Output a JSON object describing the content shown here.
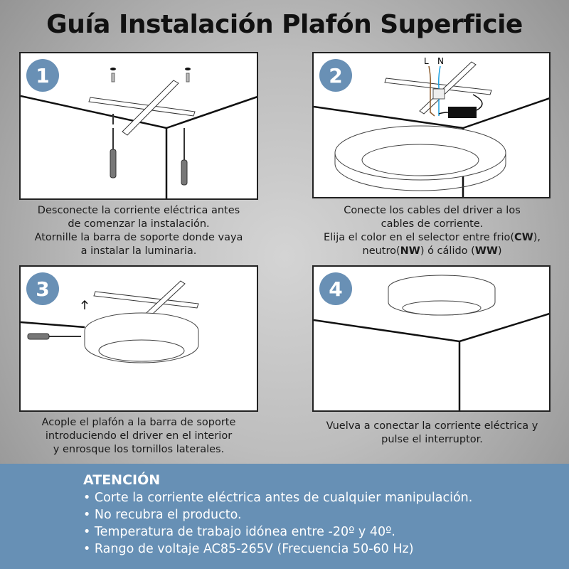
{
  "title": "Guía Instalación Plafón Superficie",
  "steps": [
    {
      "number": "1",
      "lines": [
        "Desconecte la corriente eléctrica antes",
        "de comenzar la instalación.",
        "Atornille la barra de soporte donde vaya",
        "a instalar la luminaria."
      ]
    },
    {
      "number": "2",
      "lines": [
        "Conecte los cables del driver a los",
        "cables de corriente.",
        "Elija el color en el selector entre frio(",
        "CW",
        "),",
        "neutro(",
        "NW",
        ") ó cálido (",
        "WW",
        ")"
      ],
      "wire_labels": [
        "L",
        "N"
      ]
    },
    {
      "number": "3",
      "lines": [
        "Acople el plafón a la barra de soporte",
        "introduciendo el driver en el interior",
        "y enrosque los tornillos laterales."
      ]
    },
    {
      "number": "4",
      "lines": [
        "Vuelva a conectar la corriente eléctrica y",
        "pulse el interruptor."
      ]
    }
  ],
  "attention": {
    "heading": "ATENCIÓN",
    "items": [
      "• Corte la corriente eléctrica antes de cualquier manipulación.",
      "• No recubra el producto.",
      "• Temperatura de trabajo idónea entre -20º y 40º.",
      "• Rango de voltaje AC85-265V (Frecuencia 50-60 Hz)"
    ]
  },
  "colors": {
    "accent": "#6790b5",
    "wire_L": "#8b5a2b",
    "wire_N": "#1aa0e0"
  }
}
